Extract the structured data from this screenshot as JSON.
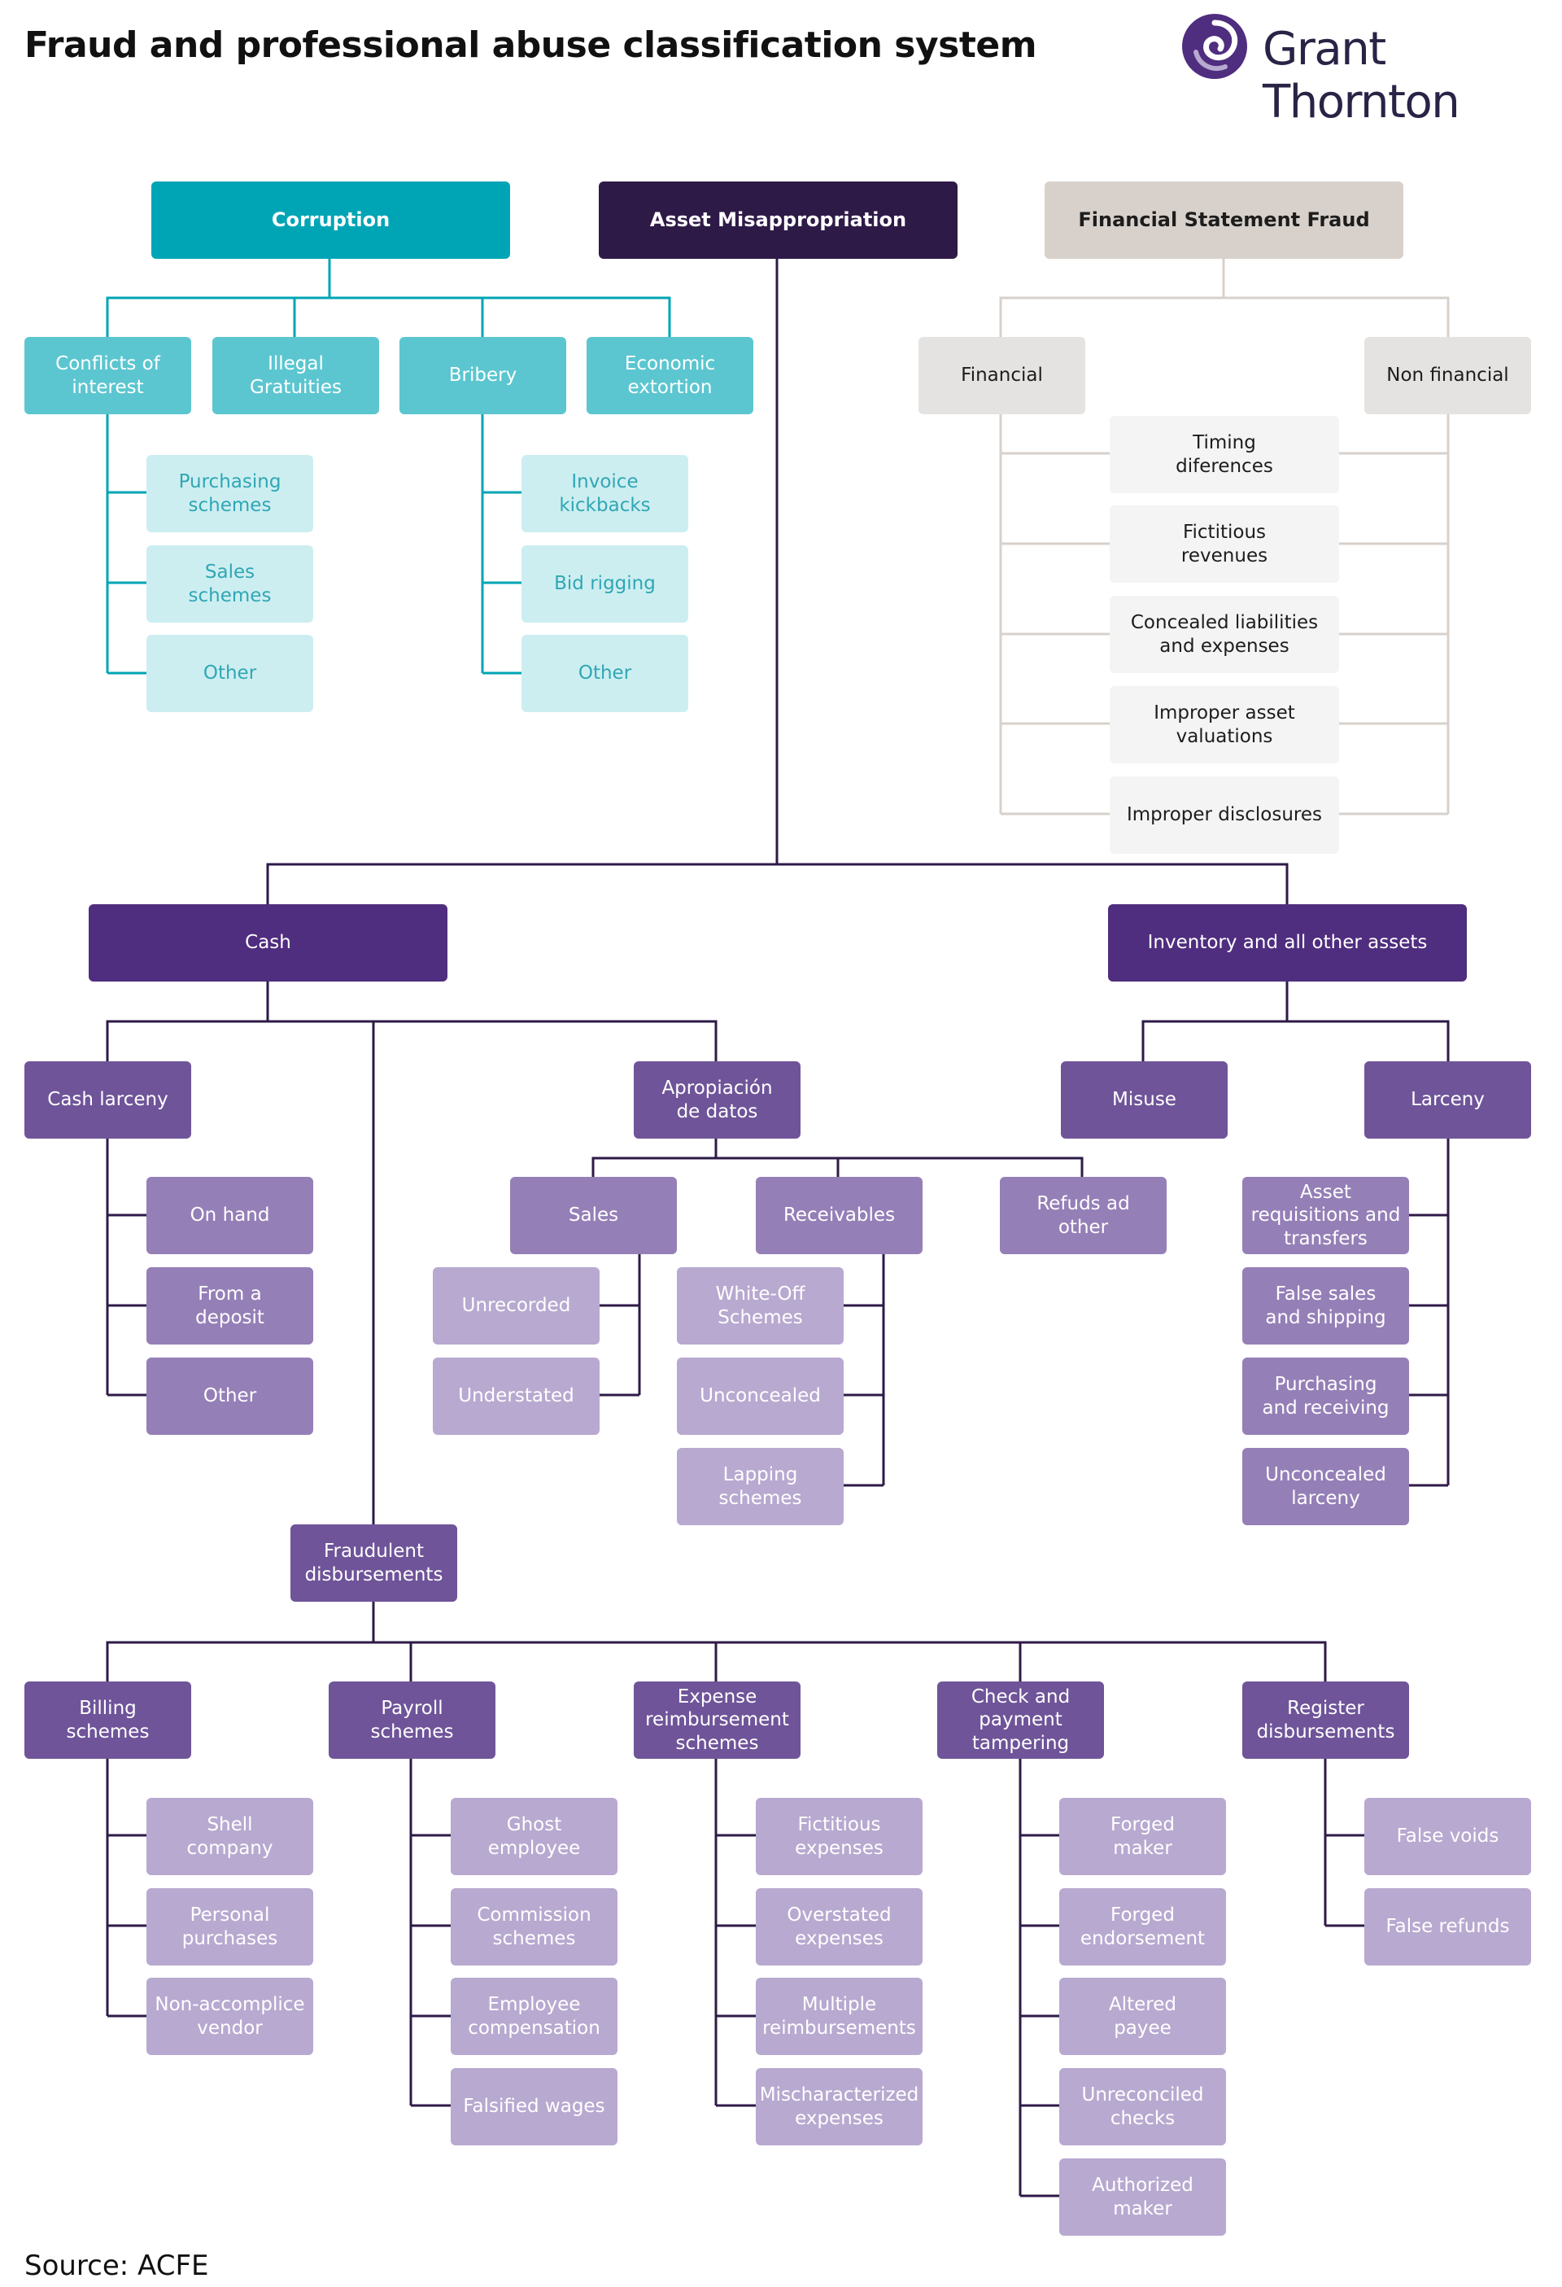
{
  "title": "Fraud and professional abuse classification system",
  "logo": {
    "text": "Grant Thornton",
    "icon": "grant-thornton-swirl-icon",
    "color": "#4f2d7f"
  },
  "source": "Source: ACFE",
  "colors": {
    "corruption_line": "#00a5b5",
    "asset_line": "#2e1a47",
    "fsf_line": "#d8d1cb"
  },
  "corruption": {
    "label": "Corruption",
    "children": [
      {
        "label": "Conflicts of\ninterest",
        "children": [
          "Purchasing\nschemes",
          "Sales\nschemes",
          "Other"
        ]
      },
      {
        "label": "Illegal\nGratuities",
        "children": []
      },
      {
        "label": "Bribery",
        "children": [
          "Invoice\nkickbacks",
          "Bid rigging",
          "Other"
        ]
      },
      {
        "label": "Economic\nextortion",
        "children": []
      }
    ]
  },
  "asset_misappropriation": {
    "label": "Asset Misappropriation",
    "cash": {
      "label": "Cash",
      "cash_larceny": {
        "label": "Cash larceny",
        "children": [
          "On hand",
          "From a\ndeposit",
          "Other"
        ]
      },
      "apropiacion": {
        "label": "Apropiación\nde datos",
        "children": [
          {
            "label": "Sales",
            "children": [
              "Unrecorded",
              "Understated"
            ]
          },
          {
            "label": "Receivables",
            "children": [
              "White-Off\nSchemes",
              "Unconcealed",
              "Lapping\nschemes"
            ]
          },
          {
            "label": "Refuds ad\nother",
            "children": []
          }
        ]
      },
      "fraudulent_disbursements": {
        "label": "Fraudulent\ndisbursements",
        "children": [
          {
            "label": "Billing\nschemes",
            "children": [
              "Shell\ncompany",
              "Personal\npurchases",
              "Non-accomplice\nvendor"
            ]
          },
          {
            "label": "Payroll\nschemes",
            "children": [
              "Ghost\nemployee",
              "Commission\nschemes",
              "Employee\ncompensation",
              "Falsified wages"
            ]
          },
          {
            "label": "Expense\nreimbursement\nschemes",
            "children": [
              "Fictitious\nexpenses",
              "Overstated\nexpenses",
              "Multiple\nreimbursements",
              "Mischaracterized\nexpenses"
            ]
          },
          {
            "label": "Check and\npayment\ntampering",
            "children": [
              "Forged\nmaker",
              "Forged\nendorsement",
              "Altered\npayee",
              "Unreconciled\nchecks",
              "Authorized\nmaker"
            ]
          },
          {
            "label": "Register\ndisbursements",
            "children": [
              "False voids",
              "False refunds"
            ]
          }
        ]
      }
    },
    "inventory": {
      "label": "Inventory and all other assets",
      "misuse": {
        "label": "Misuse"
      },
      "larceny": {
        "label": "Larceny",
        "children": [
          "Asset\nrequisitions and\ntransfers",
          "False sales\nand shipping",
          "Purchasing\nand receiving",
          "Unconcealed\nlarceny"
        ]
      }
    }
  },
  "financial_statement_fraud": {
    "label": "Financial Statement Fraud",
    "financial": "Financial",
    "non_financial": "Non financial",
    "children": [
      "Timing\ndiferences",
      "Fictitious\nrevenues",
      "Concealed liabilities\nand expenses",
      "Improper asset\nvaluations",
      "Improper disclosures"
    ]
  }
}
